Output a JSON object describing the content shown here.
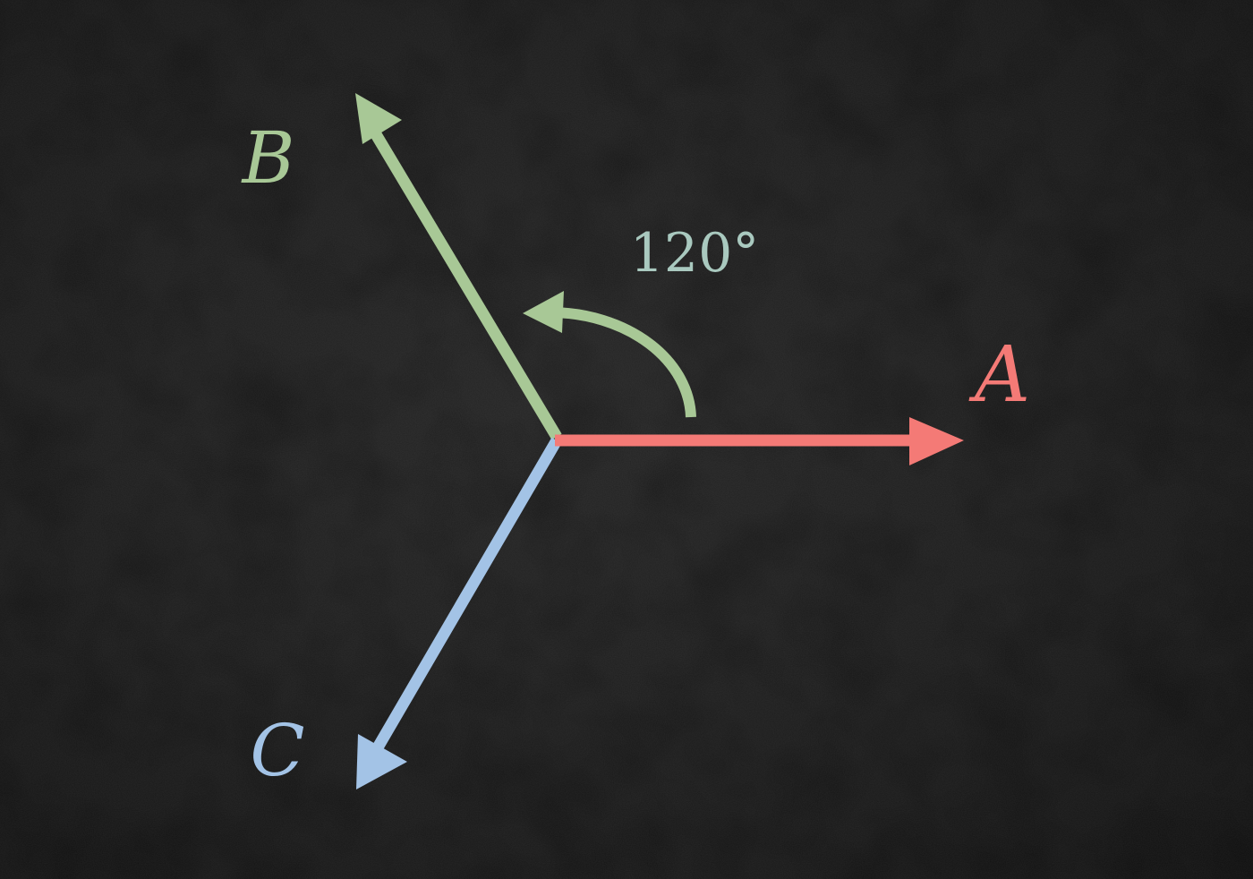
{
  "diagram": {
    "labels": {
      "a": "A",
      "b": "B",
      "c": "C"
    },
    "angle_label": "120°",
    "colors": {
      "background": "#1c1c1c",
      "vector_a": "#f47a76",
      "vector_b": "#a8c896",
      "vector_c": "#a3c3e6",
      "angle_text": "#a9c9bf"
    }
  }
}
